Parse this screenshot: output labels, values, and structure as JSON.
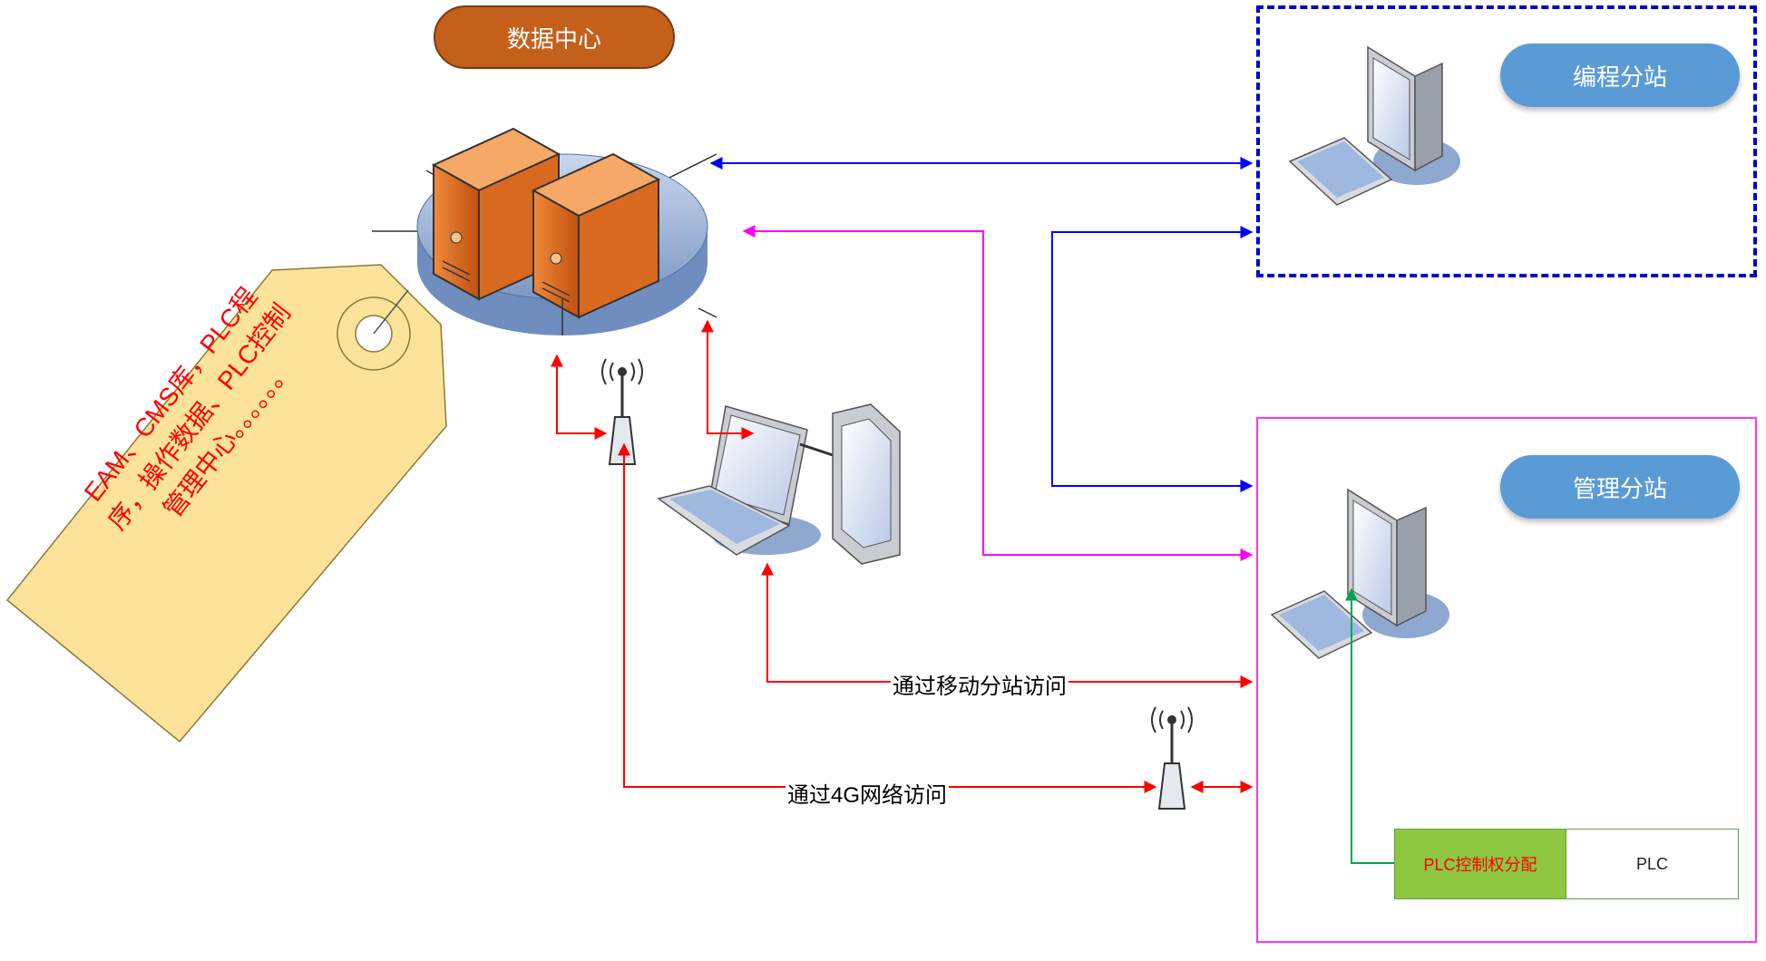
{
  "data_center": {
    "label": "数据中心"
  },
  "stations": {
    "programming": {
      "label": "编程分站"
    },
    "management": {
      "label": "管理分站"
    }
  },
  "plc": {
    "allocation_label": "PLC控制权分配",
    "plc_label": "PLC"
  },
  "tag": {
    "text": "EAM、CMS库，PLC程序，操作数据、PLC控制管理中心。。。。。。"
  },
  "connections": {
    "via_mobile_station": "通过移动分站访问",
    "via_4g": "通过4G网络访问"
  },
  "colors": {
    "blue_link": "#0000ff",
    "magenta_link": "#ff00ff",
    "red_link": "#ff0000",
    "green_link": "#00a651",
    "data_center_fill": "#c5601b",
    "station_pill": "#5b9bd5"
  },
  "icons": [
    "server-rack-icon",
    "computer-icon",
    "laptop-icon",
    "tablet-icon",
    "antenna-icon",
    "tag-icon"
  ]
}
